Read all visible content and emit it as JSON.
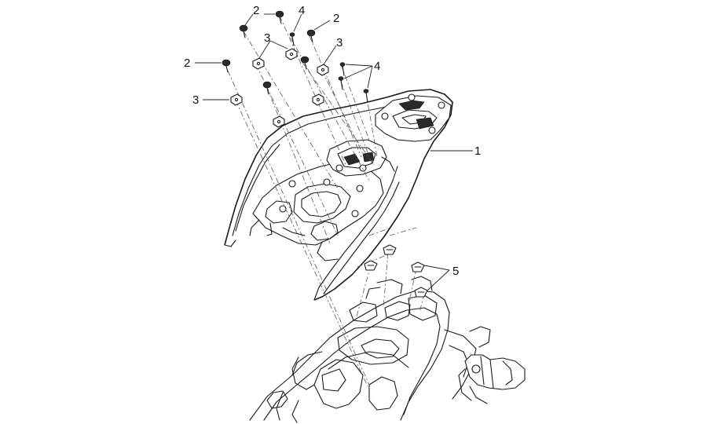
{
  "diagram": {
    "callouts": [
      {
        "id": "c1",
        "label": "1"
      },
      {
        "id": "c2a",
        "label": "2"
      },
      {
        "id": "c2b",
        "label": "2"
      },
      {
        "id": "c2c",
        "label": "2"
      },
      {
        "id": "c3a",
        "label": "3"
      },
      {
        "id": "c3b",
        "label": "3"
      },
      {
        "id": "c3c",
        "label": "3"
      },
      {
        "id": "c4a",
        "label": "4"
      },
      {
        "id": "c4b",
        "label": "4"
      },
      {
        "id": "c5",
        "label": "5"
      }
    ]
  }
}
